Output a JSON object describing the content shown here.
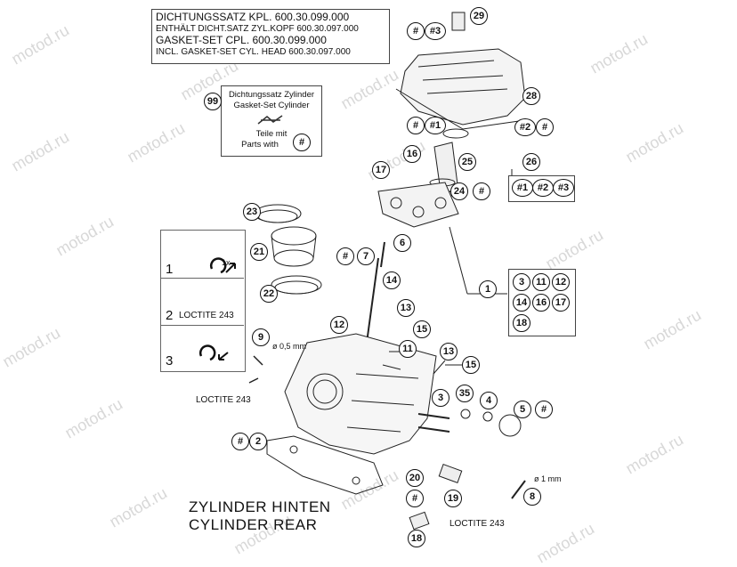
{
  "gasket_box": {
    "lines": [
      "DICHTUNGSSATZ KPL. 600.30.099.000",
      "ENTHÄLT DICHT.SATZ ZYL.KOPF 600.30.097.000",
      "GASKET-SET CPL.          600.30.099.000",
      "INCL. GASKET-SET CYL. HEAD 600.30.097.000"
    ]
  },
  "cylinder_gasket_box": {
    "number": "99",
    "line1": "Dichtungssatz Zylinder",
    "line2": "Gasket-Set Cylinder",
    "line3": "Teile mit",
    "line4": "Parts with",
    "marker": "#"
  },
  "footer": {
    "line1": "ZYLINDER HINTEN",
    "line2": "CYLINDER REAR"
  },
  "loctite": {
    "label": "LOCTITE 243"
  },
  "notes": {
    "thick_05": "ø 0,5 mm",
    "thick_1": "ø 1 mm",
    "once": "1x"
  },
  "steps": [
    "1",
    "2",
    "3"
  ],
  "watermark": "motod.ru",
  "callouts": [
    {
      "id": "c29",
      "label": "29"
    },
    {
      "id": "c-hash-1",
      "label": "#"
    },
    {
      "id": "c-hash3-1",
      "label": "#3"
    },
    {
      "id": "c28",
      "label": "28"
    },
    {
      "id": "c-hash-2",
      "label": "#"
    },
    {
      "id": "c-hash1-1",
      "label": "#1"
    },
    {
      "id": "c-hash2-1",
      "label": "#2"
    },
    {
      "id": "c-hash-3",
      "label": "#"
    },
    {
      "id": "c16",
      "label": "16"
    },
    {
      "id": "c17",
      "label": "17"
    },
    {
      "id": "c25",
      "label": "25"
    },
    {
      "id": "c26",
      "label": "26"
    },
    {
      "id": "c24",
      "label": "24"
    },
    {
      "id": "c-hash-4",
      "label": "#"
    },
    {
      "id": "c-grp-hash1",
      "label": "#1"
    },
    {
      "id": "c-grp-hash2",
      "label": "#2"
    },
    {
      "id": "c-grp-hash3",
      "label": "#3"
    },
    {
      "id": "c23",
      "label": "23"
    },
    {
      "id": "c6",
      "label": "6"
    },
    {
      "id": "c21",
      "label": "21"
    },
    {
      "id": "c-hash-5",
      "label": "#"
    },
    {
      "id": "c7",
      "label": "7"
    },
    {
      "id": "c1",
      "label": "1"
    },
    {
      "id": "c14",
      "label": "14"
    },
    {
      "id": "c22",
      "label": "22"
    },
    {
      "id": "c13a",
      "label": "13"
    },
    {
      "id": "c12",
      "label": "12"
    },
    {
      "id": "c15a",
      "label": "15"
    },
    {
      "id": "c9",
      "label": "9"
    },
    {
      "id": "c11",
      "label": "11"
    },
    {
      "id": "c13b",
      "label": "13"
    },
    {
      "id": "c15b",
      "label": "15"
    },
    {
      "id": "c3",
      "label": "3"
    },
    {
      "id": "c35",
      "label": "35"
    },
    {
      "id": "c4",
      "label": "4"
    },
    {
      "id": "c5",
      "label": "5"
    },
    {
      "id": "c-hash-6",
      "label": "#"
    },
    {
      "id": "c-hash-7",
      "label": "#"
    },
    {
      "id": "c2",
      "label": "2"
    },
    {
      "id": "c20",
      "label": "20"
    },
    {
      "id": "c-hash-8",
      "label": "#"
    },
    {
      "id": "c19",
      "label": "19"
    },
    {
      "id": "c8",
      "label": "8"
    },
    {
      "id": "c18b",
      "label": "18"
    },
    {
      "id": "g3",
      "label": "3"
    },
    {
      "id": "g11",
      "label": "11"
    },
    {
      "id": "g12",
      "label": "12"
    },
    {
      "id": "g14",
      "label": "14"
    },
    {
      "id": "g16",
      "label": "16"
    },
    {
      "id": "g17",
      "label": "17"
    },
    {
      "id": "g18",
      "label": "18"
    }
  ]
}
